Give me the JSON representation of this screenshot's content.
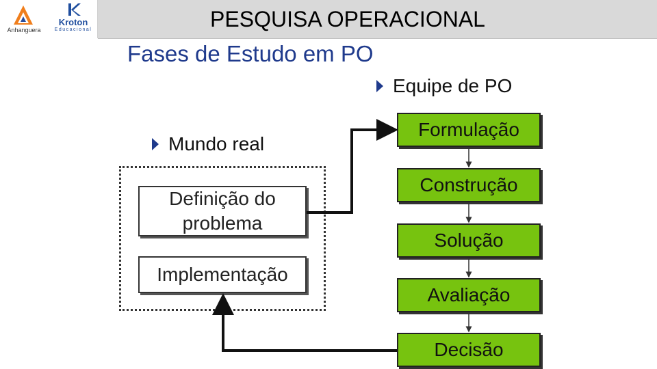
{
  "header": {
    "title": "PESQUISA OPERACIONAL",
    "logos": {
      "left_name": "Anhanguera",
      "right_name": "Kroton",
      "right_sub": "Educacional"
    }
  },
  "slide": {
    "heading": "Fases de Estudo em PO",
    "groups": {
      "team_label": "Equipe de PO",
      "world_label": "Mundo real"
    },
    "real_world_steps": [
      "Definição do problema",
      "Implementação"
    ],
    "real_world_lines": [
      "Definição do",
      "problema"
    ],
    "team_steps": [
      "Formulação",
      "Construção",
      "Solução",
      "Avaliação",
      "Decisão"
    ]
  },
  "colors": {
    "step_fill": "#77c30f",
    "heading": "#1f3a8c",
    "header_band": "#d9d9d9"
  },
  "icons": [
    "anhanguera-logo-icon",
    "kroton-logo-icon",
    "bullet-triangle-icon",
    "arrow-icon"
  ]
}
